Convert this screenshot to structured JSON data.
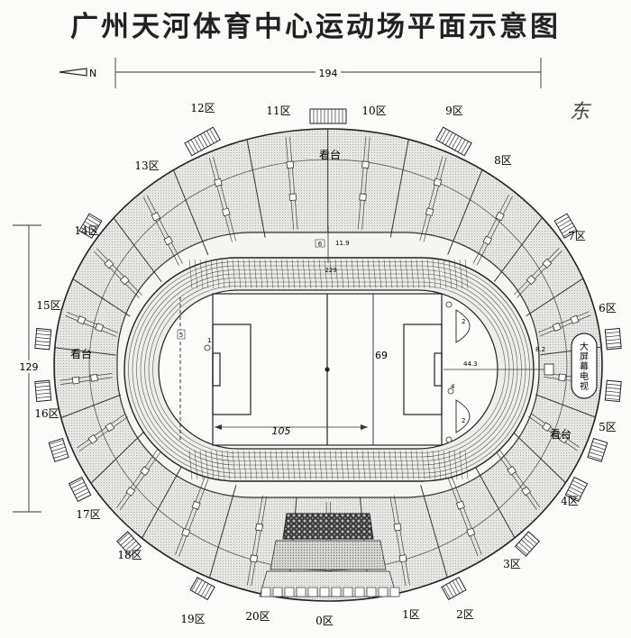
{
  "title": "广州天河体育中心运动场平面示意图",
  "north_label": "N",
  "east_label": "东",
  "dims": {
    "total_length": "194",
    "total_width": "129",
    "track_length": "229",
    "field_length": "105",
    "field_width": "69",
    "offset_east": "11.9",
    "screen_distance": "44.3",
    "screen_offset": "8.2"
  },
  "stand_labels": {
    "north": "看台",
    "west": "看台",
    "east": "看台"
  },
  "big_screen": "大屏幕电视",
  "zones": [
    "0区",
    "1区",
    "2区",
    "3区",
    "4区",
    "5区",
    "6区",
    "7区",
    "8区",
    "9区",
    "10区",
    "11区",
    "12区",
    "13区",
    "14区",
    "15区",
    "16区",
    "17区",
    "18区",
    "19区",
    "20区"
  ],
  "markers": {
    "m6": "6",
    "m5": "5",
    "d2": "2",
    "d1": "1",
    "d4": "4"
  }
}
